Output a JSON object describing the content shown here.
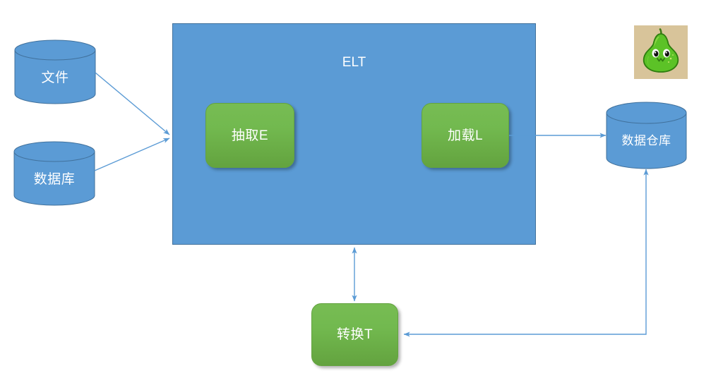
{
  "diagram": {
    "title": "ELT",
    "type": "dataflow-diagram",
    "background_color": "#ffffff",
    "accent_blue": "#5b9bd5",
    "accent_blue_border": "#41719c",
    "accent_green": "#70ad47",
    "accent_green_border": "#63a33f",
    "connector_color": "#5b9bd5",
    "text_color": "#ffffff"
  },
  "sources": [
    {
      "id": "file",
      "label": "文件",
      "shape": "cylinder"
    },
    {
      "id": "database",
      "label": "数据库",
      "shape": "cylinder"
    }
  ],
  "container": {
    "label": "ELT",
    "shape": "rectangle",
    "children": [
      {
        "id": "extract",
        "label": "抽取E",
        "shape": "rounded-rect"
      },
      {
        "id": "load",
        "label": "加载L",
        "shape": "rounded-rect"
      }
    ]
  },
  "transform": {
    "id": "transform",
    "label": "转换T",
    "shape": "rounded-rect"
  },
  "target": {
    "id": "warehouse",
    "label": "数据仓库",
    "shape": "cylinder"
  },
  "avatar": {
    "name": "pear-mascot",
    "background_color": "#d8c49a",
    "body_color": "#5cc227",
    "body_highlight": "#8fd84a",
    "outline_color": "#2f7d0f",
    "stem_color": "#3f7a16"
  },
  "connectors": [
    {
      "id": "file-to-elt",
      "from": "file",
      "to": "container",
      "arrowheads": "end"
    },
    {
      "id": "database-to-elt",
      "from": "database",
      "to": "container",
      "arrowheads": "end"
    },
    {
      "id": "load-to-warehouse",
      "from": "load",
      "to": "warehouse",
      "arrowheads": "end"
    },
    {
      "id": "elt-to-transform",
      "from": "container",
      "to": "transform",
      "arrowheads": "both"
    },
    {
      "id": "warehouse-to-transform",
      "from": "warehouse",
      "to": "transform",
      "arrowheads": "both"
    }
  ]
}
